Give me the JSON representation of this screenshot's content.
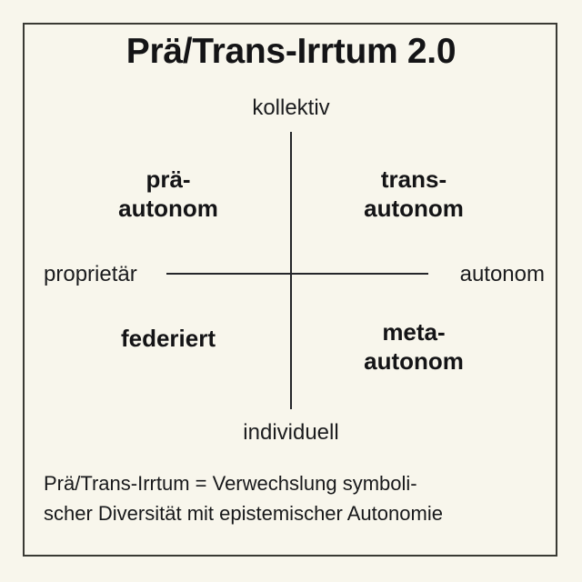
{
  "diagram": {
    "title": "Prä/Trans-Irrtum 2.0",
    "axes": {
      "top_label": "kollektiv",
      "bottom_label": "individuell",
      "left_label": "proprietär",
      "right_label": "autonom"
    },
    "quadrants": {
      "top_left": "prä-\nautonom",
      "top_right": "trans-\nautonom",
      "bottom_left": "federiert",
      "bottom_right": "meta-\nautonom"
    },
    "caption": {
      "line1": "Prä/Trans-Irrtum = Verwechslung symboli-",
      "line2": "scher Diversität mit epistemischer Autonomie"
    },
    "colors": {
      "background": "#f8f6ec",
      "frame": "#3a3a34",
      "axis": "#25262a",
      "text": "#17181a"
    }
  }
}
